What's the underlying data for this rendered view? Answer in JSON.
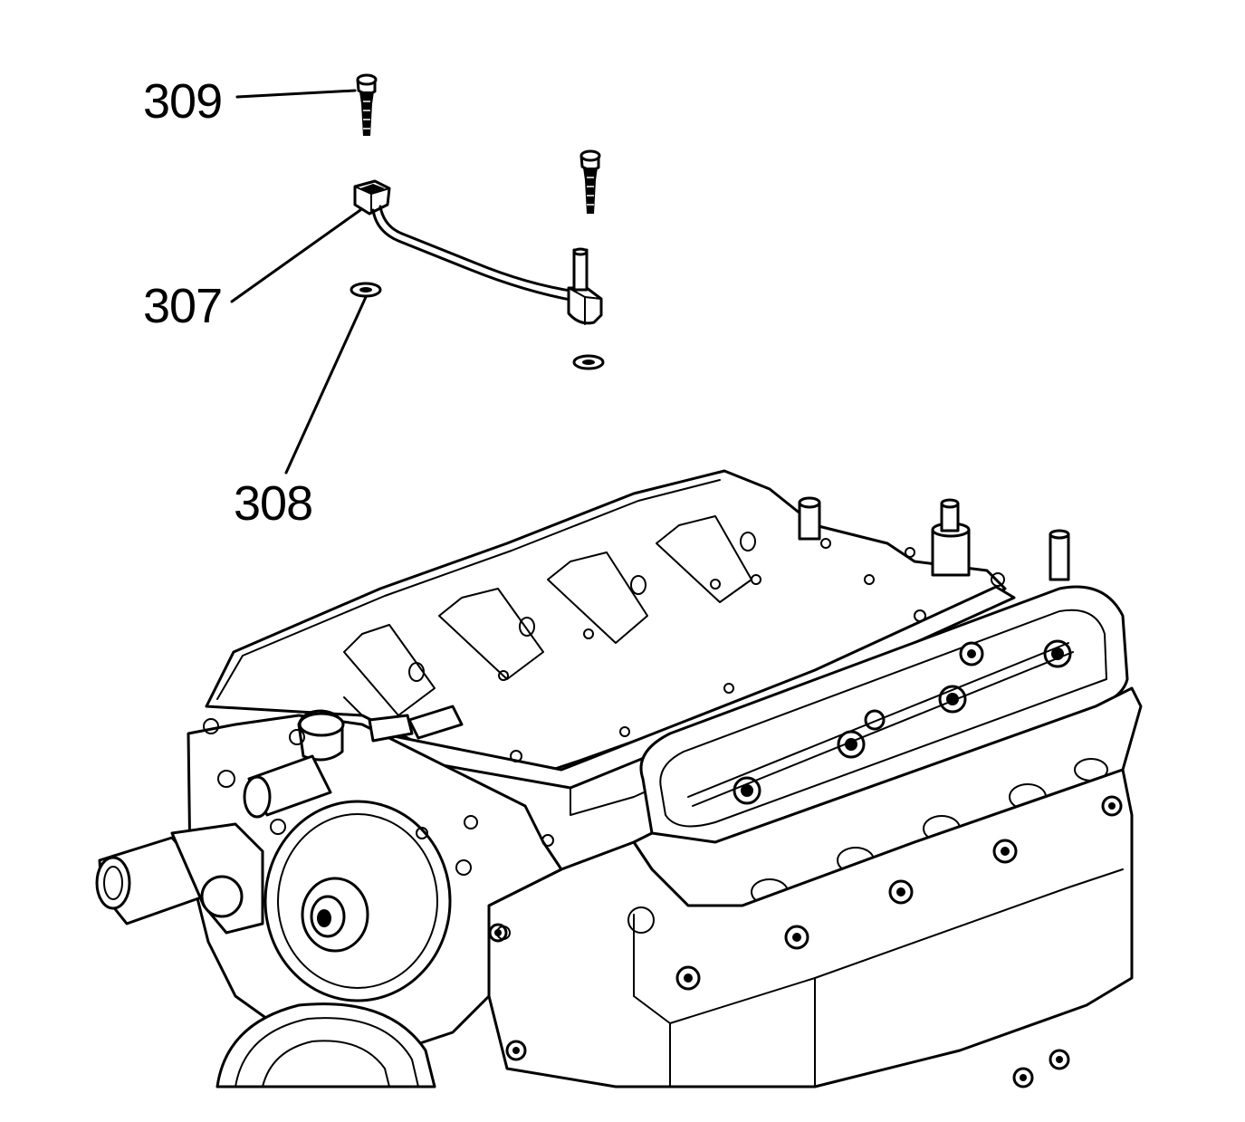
{
  "callouts": {
    "bolt_label": "309",
    "harness_label": "307",
    "seal_label": "308"
  },
  "colors": {
    "line": "#000000",
    "background": "#ffffff"
  }
}
